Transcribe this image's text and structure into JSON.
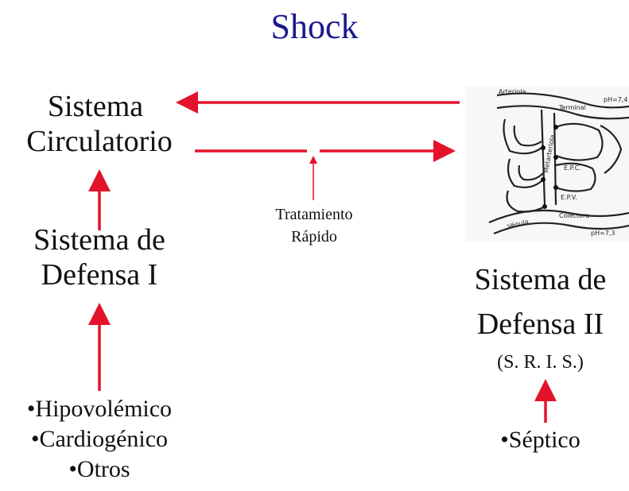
{
  "title": "Shock",
  "circulatory": {
    "line1": "Sistema",
    "line2": "Circulatorio"
  },
  "defense1": {
    "line1": "Sistema de",
    "line2": "Defensa I"
  },
  "causes_left": [
    "•Hipovolémico",
    "•Cardiogénico",
    "•Otros"
  ],
  "treatment": {
    "line1": "Tratamiento",
    "line2": "Rápido"
  },
  "defense2": {
    "line1": "Sistema de",
    "line2": "Defensa II",
    "line3": "(S. R. I. S.)"
  },
  "causes_right": [
    "•Séptico"
  ],
  "microcirculation": {
    "arteriola": "Arteriola",
    "terminal": "Terminal",
    "ph_top": "pH=7,4",
    "metarteriola": "Metarteriola",
    "epc": "E.P.C.",
    "epv": "E.P.V.",
    "venula": "Vénula",
    "colectora": "Colectora",
    "ph_bottom": "pH=7,3"
  },
  "colors": {
    "arrow": "#e3132b",
    "title": "#1a1a8c"
  }
}
